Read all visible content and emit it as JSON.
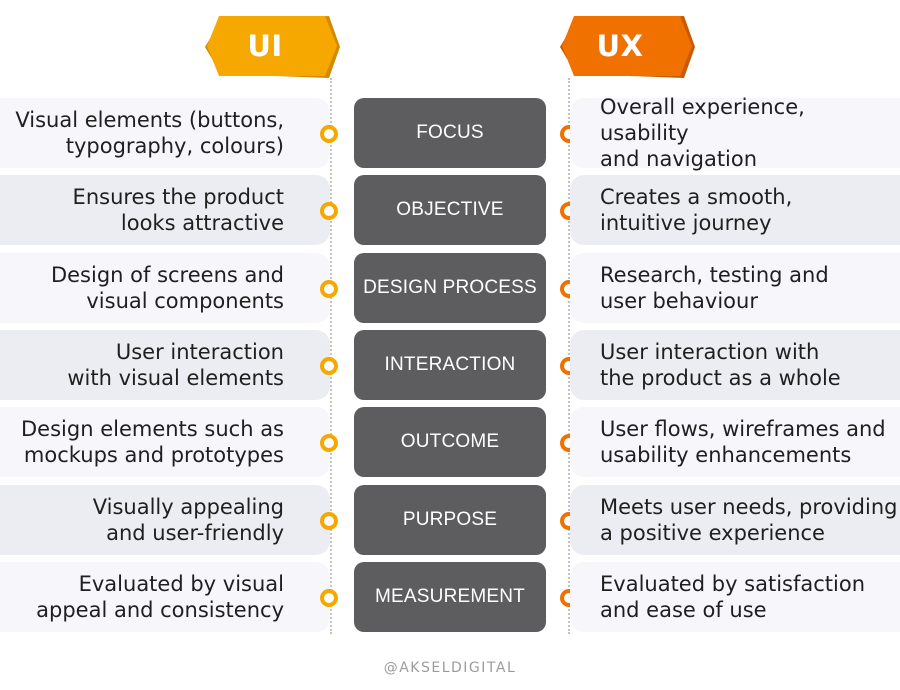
{
  "header": {
    "left_label": "UI",
    "right_label": "UX",
    "left_color": "#f6a800",
    "right_color": "#f07000"
  },
  "rows": [
    {
      "label": "FOCUS",
      "ui": "Visual elements (buttons,\ntypography, colours)",
      "ux": "Overall experience, usability\nand navigation"
    },
    {
      "label": "OBJECTIVE",
      "ui": "Ensures the product\nlooks attractive",
      "ux": "Creates a smooth,\nintuitive journey"
    },
    {
      "label": "DESIGN PROCESS",
      "ui": "Design of screens and\nvisual components",
      "ux": "Research, testing and\nuser behaviour"
    },
    {
      "label": "INTERACTION",
      "ui": "User interaction\nwith visual elements",
      "ux": "User interaction with\nthe product as a whole"
    },
    {
      "label": "OUTCOME",
      "ui": "Design elements such as\nmockups and prototypes",
      "ux": "User flows, wireframes and\nusability enhancements"
    },
    {
      "label": "PURPOSE",
      "ui": "Visually appealing\nand user-friendly",
      "ux": "Meets user needs, providing\na positive experience"
    },
    {
      "label": "MEASUREMENT",
      "ui": "Evaluated by visual\nappeal and consistency",
      "ux": "Evaluated by satisfaction\nand ease of use"
    }
  ],
  "footer": "@AKSELDIGITAL"
}
